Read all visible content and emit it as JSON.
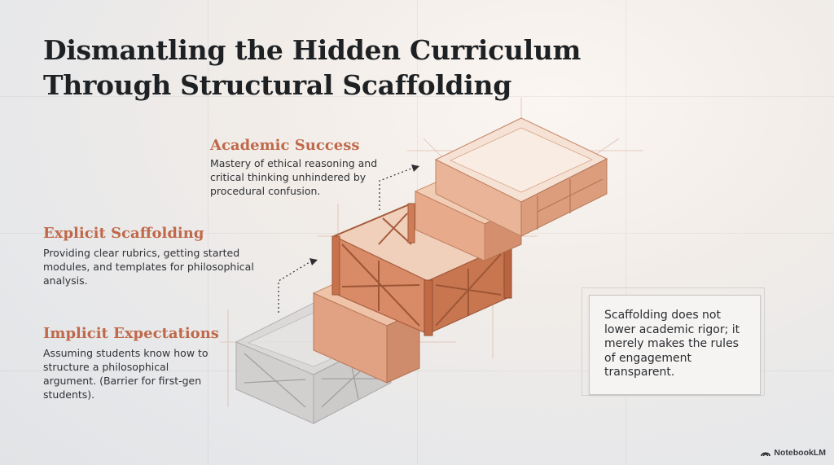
{
  "title_line1": "Dismantling the Hidden Curriculum",
  "title_line2": "Through Structural Scaffolding",
  "stages": [
    {
      "label": "Academic Success",
      "description": "Mastery of ethical reasoning and critical thinking unhindered by procedural confusion."
    },
    {
      "label": "Explicit Scaffolding",
      "description": "Providing clear rubrics, getting started modules, and templates for philosophical analysis."
    },
    {
      "label": "Implicit Expectations",
      "description": "Assuming students know how to structure a philosophical argument. (Barrier for first-gen students)."
    }
  ],
  "note": "Scaffolding does not lower academic rigor; it merely makes the rules of engagement transparent.",
  "brand": "NotebookLM",
  "colors": {
    "accent": "#c0694a",
    "wood": "#cf7b58",
    "block": "#e4a98a"
  },
  "icons": [
    "notebooklm-logo-icon"
  ]
}
